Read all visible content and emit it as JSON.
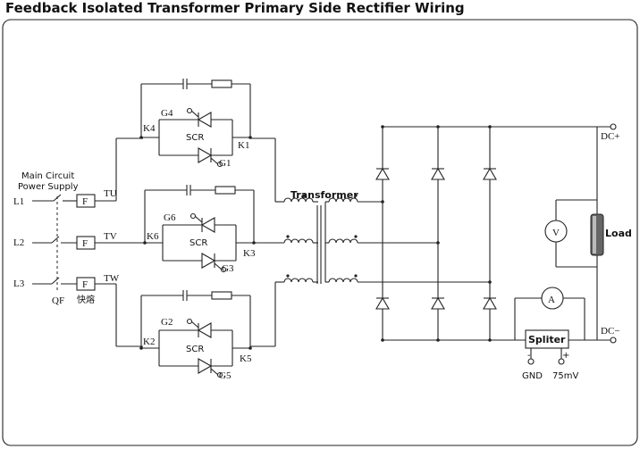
{
  "title": "Feedback Isolated Transformer Primary Side Rectifier Wiring",
  "labels": {
    "main_circuit_1": "Main Circuit",
    "main_circuit_2": "Power Supply",
    "l1": "L1",
    "l2": "L2",
    "l3": "L3",
    "fuse": "F",
    "tu": "TU",
    "tv": "TV",
    "tw": "TW",
    "qf": "QF",
    "fuse_cn": "快熔",
    "scr": "SCR",
    "k1": "K1",
    "k2": "K2",
    "k3": "K3",
    "k4": "K4",
    "k5": "K5",
    "k6": "K6",
    "g1": "G1",
    "g2": "G2",
    "g3": "G3",
    "g4": "G4",
    "g5": "G5",
    "g6": "G6",
    "transformer": "Transformer",
    "dc_plus": "DC+",
    "dc_minus": "DC−",
    "voltmeter": "V",
    "ammeter": "A",
    "load": "Load",
    "spliter": "Spliter",
    "gnd": "GND",
    "mv": "75mV",
    "minus": "-",
    "plus": "+"
  }
}
